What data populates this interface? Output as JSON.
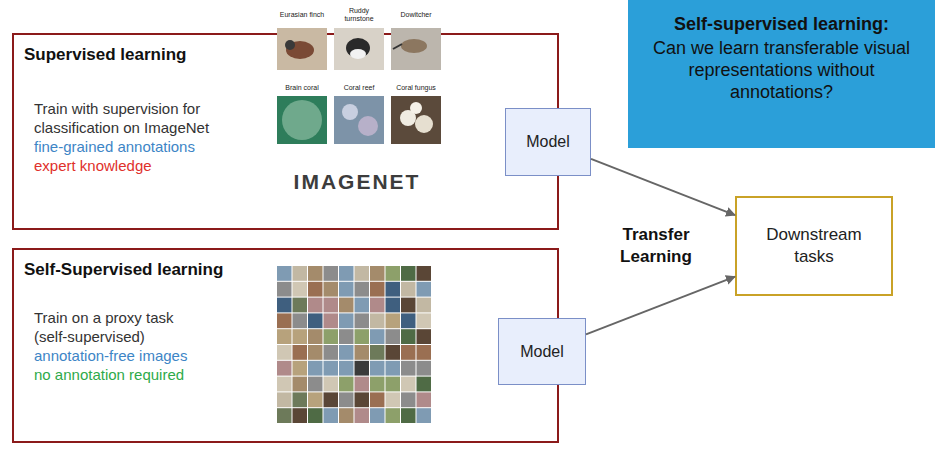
{
  "diagram": {
    "nodes": [
      {
        "text": [
          "Supervised learning",
          "Train with supervision for classification on ImageNet",
          "fine-grained annotations",
          "expert knowledge"
        ]
      },
      {
        "text": [
          "Self-Supervised learning",
          "Train on a proxy task (self-supervised)",
          "annotation-free images",
          "no annotation required"
        ]
      },
      {
        "text": [
          "Model"
        ]
      },
      {
        "text": [
          "Model"
        ]
      },
      {
        "text": [
          "Downstream tasks"
        ]
      },
      {
        "text": [
          "Self-supervised learning:",
          "Can we learn transferable visual representations without annotations?"
        ]
      }
    ],
    "edges": [
      {
        "from": 2,
        "to": 4,
        "arrow": "to"
      },
      {
        "from": 3,
        "to": 4,
        "arrow": "to"
      }
    ],
    "labels": [
      "Eurasian finch",
      "Ruddy turnstone",
      "Dowitcher",
      "Brain coral",
      "Coral reef",
      "Coral fungus",
      "IMAGENET",
      "Transfer Learning"
    ]
  }
}
